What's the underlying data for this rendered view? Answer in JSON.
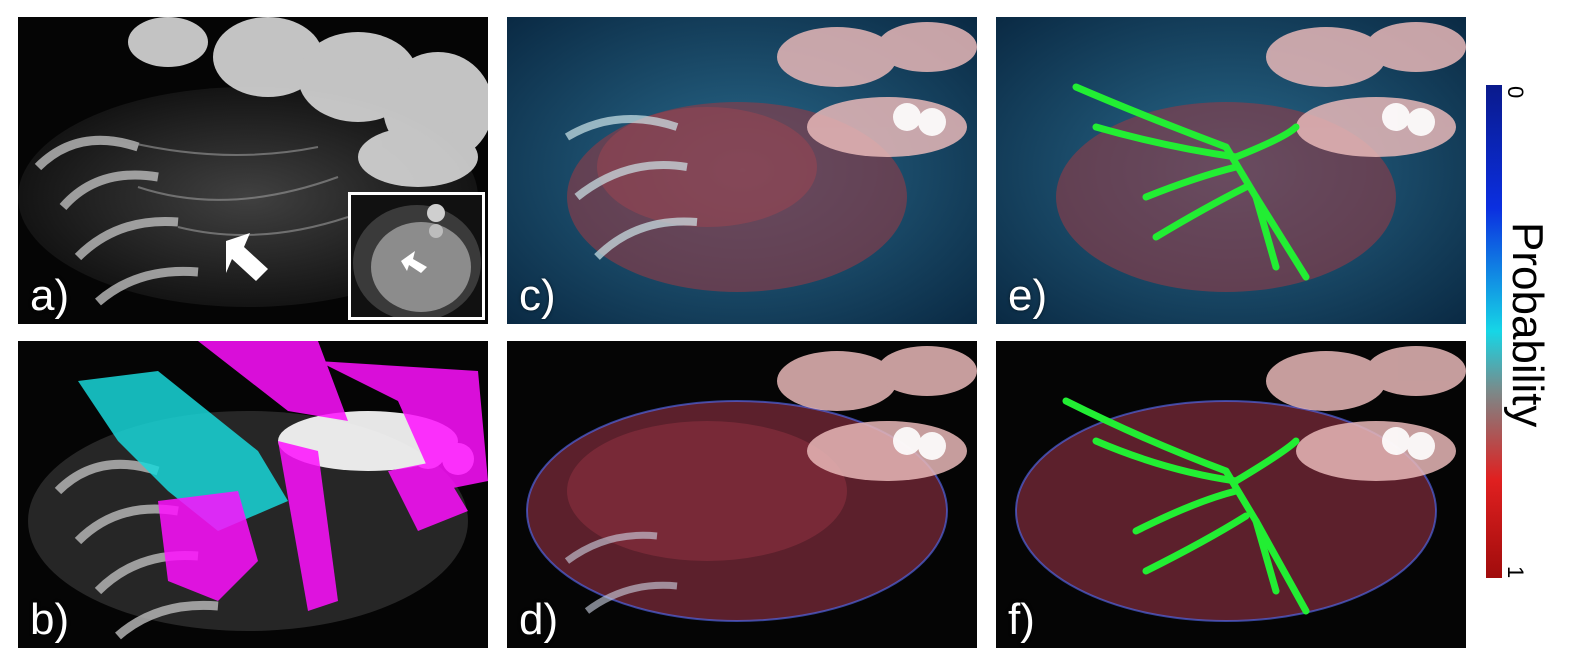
{
  "panels": {
    "a": {
      "label": "a)"
    },
    "b": {
      "label": "b)"
    },
    "c": {
      "label": "c)"
    },
    "d": {
      "label": "d)"
    },
    "e": {
      "label": "e)"
    },
    "f": {
      "label": "f)"
    }
  },
  "colorbar": {
    "label": "Probability",
    "tick_top": "0",
    "tick_bottom": "1",
    "colors": [
      "#0a1a8c",
      "#0b2fe0",
      "#16d6e6",
      "#7a8a8a",
      "#e02020",
      "#a00c0c"
    ]
  },
  "overlay_colors": {
    "segmentation_green": "#22ee33",
    "segmentation_cyan": "#19d7d9",
    "segmentation_magenta": "#ff10ff"
  }
}
